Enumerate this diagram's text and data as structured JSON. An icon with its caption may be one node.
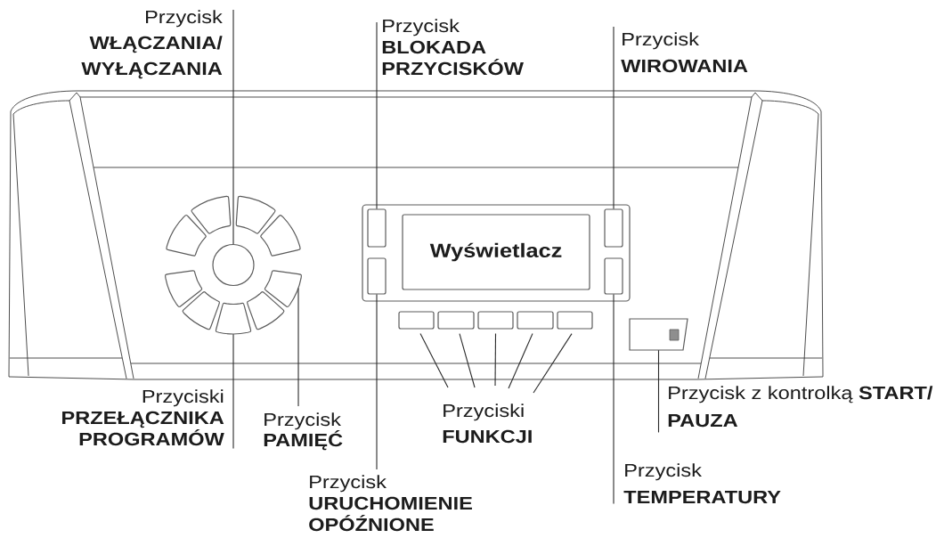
{
  "diagram": {
    "nodes": [
      {
        "text": [
          "Przycisk **WŁĄCZANIA/ WYŁĄCZANIA**"
        ]
      },
      {
        "text": [
          "Przycisk **BLOKADA PRZYCISKÓW**"
        ]
      },
      {
        "text": [
          "Przycisk **WIROWANIA**"
        ]
      },
      {
        "text": [],
        "shape": "box"
      },
      {
        "text": [],
        "shape": "box"
      },
      {
        "text": [],
        "shape": "box"
      },
      {
        "text": [],
        "shape": "box"
      },
      {
        "text": [],
        "shape": "circle"
      },
      {
        "text": [],
        "shape": "box"
      },
      {
        "text": [
          "Wyświetlacz"
        ]
      },
      {
        "text": [],
        "shape": "box"
      },
      {
        "text": [],
        "shape": "box"
      },
      {
        "text": [],
        "shape": "box"
      },
      {
        "text": [],
        "shape": "box"
      },
      {
        "text": [],
        "shape": "box"
      },
      {
        "text": [],
        "shape": "box"
      },
      {
        "text": [],
        "shape": "box"
      },
      {
        "text": [],
        "shape": "box"
      },
      {
        "text": [],
        "shape": "box"
      },
      {
        "text": [],
        "shape": "box"
      },
      {
        "text": [],
        "shape": "box"
      },
      {
        "text": [],
        "shape": "box"
      },
      {
        "text": [],
        "shape": "box"
      },
      {
        "text": [],
        "shape": "box"
      },
      {
        "text": [
          "Przyciski **PRZEŁĄCZNIKA PROGRAMÓW**"
        ]
      },
      {
        "text": [
          "Przycisk **PAMIĘĆ**"
        ]
      },
      {
        "text": [
          "Przyciski **FUNKCJI**"
        ]
      },
      {
        "text": [
          "Przycisk z kontrolką **START/ PAUZA**"
        ]
      },
      {
        "text": [
          "Przycisk **URUCHOMIENIE OPÓŹNIONE**"
        ]
      },
      {
        "text": [
          "Przycisk **TEMPERATURY**"
        ]
      }
    ],
    "edges": [
      {
        "from": 0,
        "to": 7,
        "arrow": "none"
      },
      {
        "from": 1,
        "to": 8,
        "arrow": "none"
      },
      {
        "from": 2,
        "to": 10,
        "arrow": "none"
      },
      {
        "from": 24,
        "to": 16,
        "arrow": "none"
      },
      {
        "from": 25,
        "to": 12,
        "arrow": "none"
      },
      {
        "from": 26,
        "to": 18,
        "arrow": "none"
      },
      {
        "from": 26,
        "to": 19,
        "arrow": "none"
      },
      {
        "from": 26,
        "to": 20,
        "arrow": "none"
      },
      {
        "from": 26,
        "to": 21,
        "arrow": "none"
      },
      {
        "from": 26,
        "to": 22,
        "arrow": "none"
      },
      {
        "from": 27,
        "to": 23,
        "arrow": "none"
      },
      {
        "from": 28,
        "to": 13,
        "arrow": "none"
      },
      {
        "from": 29,
        "to": 14,
        "arrow": "none"
      }
    ]
  }
}
